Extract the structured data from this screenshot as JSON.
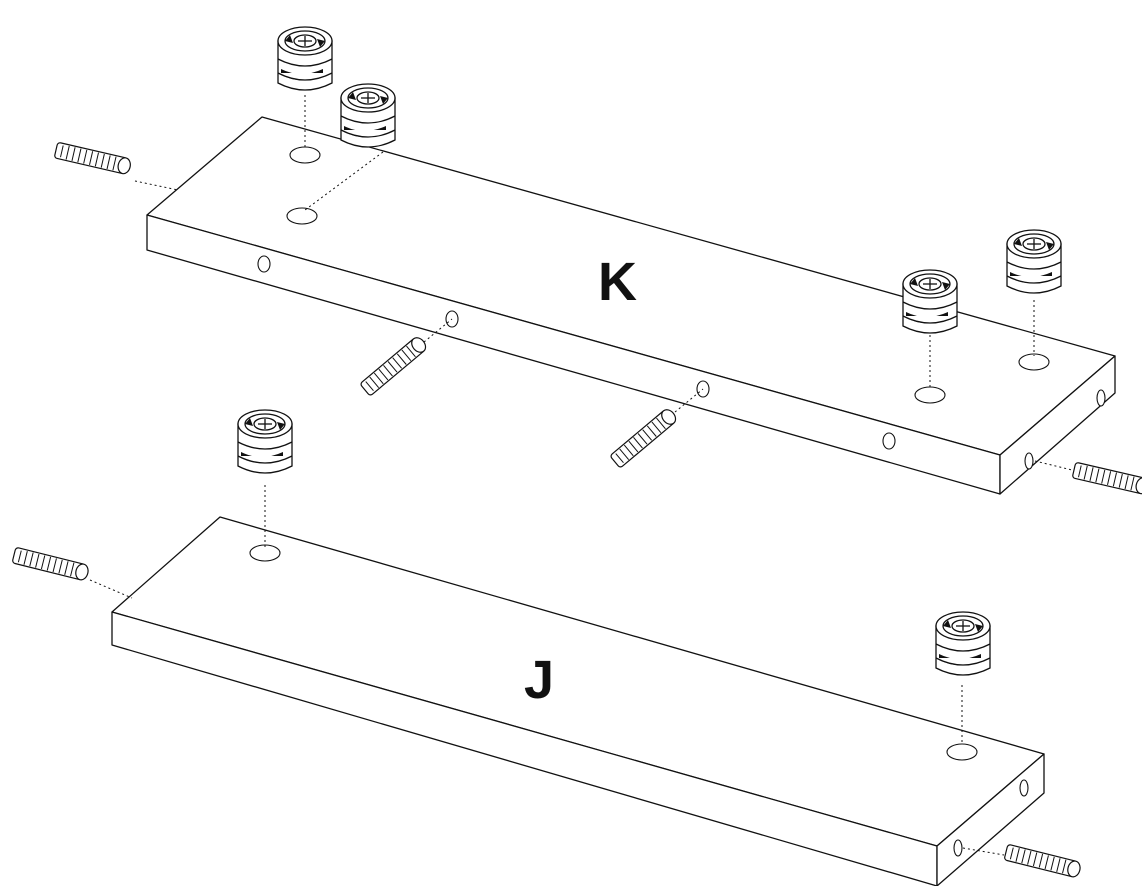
{
  "panels": [
    {
      "id": "K",
      "label": "K"
    },
    {
      "id": "J",
      "label": "J"
    }
  ],
  "hardware": {
    "dowel_icon": "wooden-dowel",
    "cam_lock_icon": "cam-lock"
  },
  "colors": {
    "line": "#111111",
    "background": "#ffffff"
  }
}
